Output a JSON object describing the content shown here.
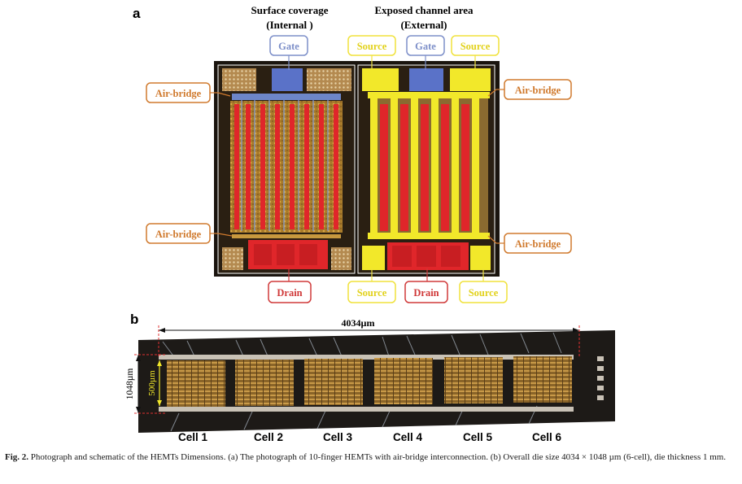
{
  "panel_a": {
    "letter": "a",
    "left_title": [
      "Surface coverage",
      "(Internal )"
    ],
    "right_title": [
      "Exposed channel area",
      "(External)"
    ],
    "labels": {
      "gate": "Gate",
      "source": "Source",
      "drain": "Drain",
      "air_bridge": "Air-bridge"
    }
  },
  "panel_b": {
    "letter": "b",
    "width_dim": "4034µm",
    "height_dim": "1048µm",
    "inner_dim": "500µm",
    "cells": [
      "Cell 1",
      "Cell 2",
      "Cell 3",
      "Cell 4",
      "Cell 5",
      "Cell 6"
    ]
  },
  "caption": {
    "label": "Fig. 2.",
    "text": "Photograph and schematic of the HEMTs Dimensions. (a) The photograph of 10-finger HEMTs with air-bridge interconnection. (b) Overall die size 4034 × 1048 µm (6-cell), die thickness 1 mm."
  },
  "colors": {
    "label_orange": "#d07a2e",
    "label_blue": "#7d8fc9",
    "label_yellow": "#f0e23c",
    "label_red": "#d03a3a",
    "finger_red": "#e0262a",
    "metal_yellow": "#f2e82a",
    "metal_gold": "#c8922e"
  }
}
